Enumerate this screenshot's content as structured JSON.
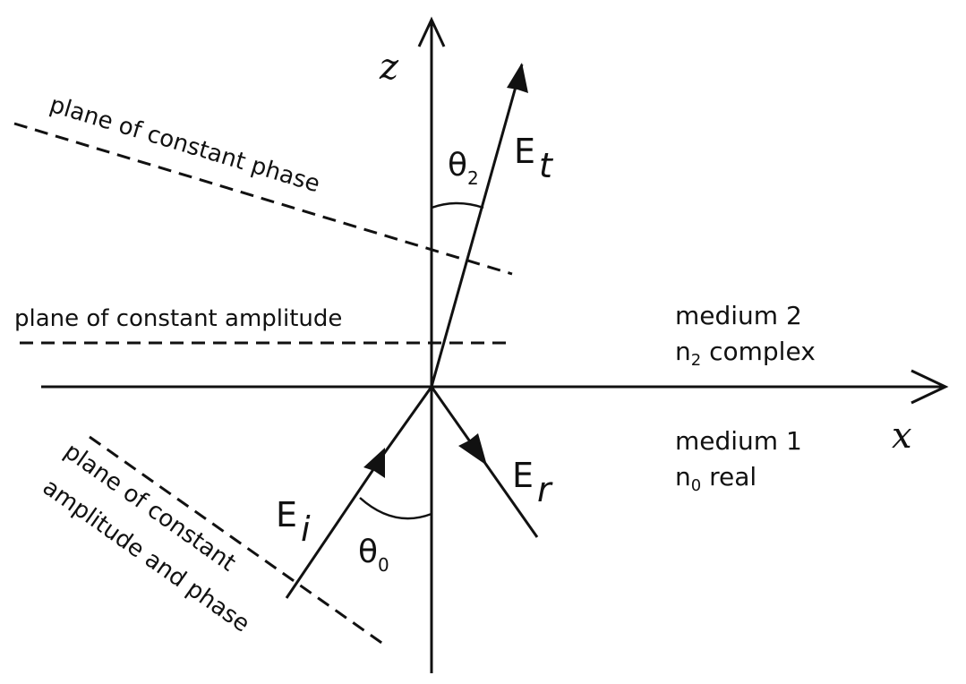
{
  "axes": {
    "z_label": "z",
    "x_label": "x"
  },
  "waves": {
    "transmitted": {
      "label": "E",
      "subscript": "t"
    },
    "reflected": {
      "label": "E",
      "subscript": "r"
    },
    "incident": {
      "label": "E",
      "subscript": "i"
    }
  },
  "angles": {
    "theta_2": {
      "symbol": "θ",
      "subscript": "2"
    },
    "theta_0": {
      "symbol": "θ",
      "subscript": "0"
    }
  },
  "planes": {
    "constant_phase": "plane of constant phase",
    "constant_amplitude": "plane of constant amplitude",
    "amp_phase_line1": "plane of constant",
    "amp_phase_line2": "amplitude and phase"
  },
  "media": {
    "medium2_name": "medium 2",
    "medium2_n": "n",
    "medium2_n_sub": "2",
    "medium2_desc": " complex",
    "medium1_name": "medium 1",
    "medium1_n": "n",
    "medium1_n_sub": "0",
    "medium1_desc": " real"
  },
  "colors": {
    "ink": "#111111",
    "background": "#ffffff"
  }
}
